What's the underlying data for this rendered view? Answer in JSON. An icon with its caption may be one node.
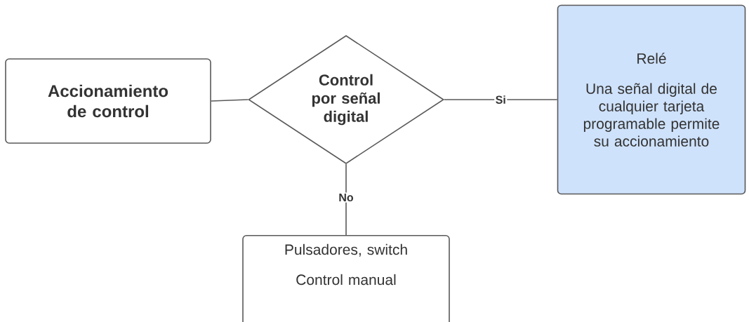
{
  "diagram": {
    "nodes": [
      {
        "text": [
          "Accionamiento de control"
        ]
      },
      {
        "text": [
          "Control por señal digital"
        ]
      },
      {
        "text": [
          "Relé",
          "Una señal digital de cualquier tarjeta programable permite su accionamiento"
        ]
      },
      {
        "text": [
          "Pulsadores, switch",
          "Control manual"
        ]
      }
    ],
    "edges": [
      {
        "from": 0,
        "to": 1,
        "arrow": "none"
      },
      {
        "from": 1,
        "to": 2,
        "arrow": "none",
        "label": "Si"
      },
      {
        "from": 1,
        "to": 3,
        "arrow": "none",
        "label": "No"
      }
    ]
  }
}
